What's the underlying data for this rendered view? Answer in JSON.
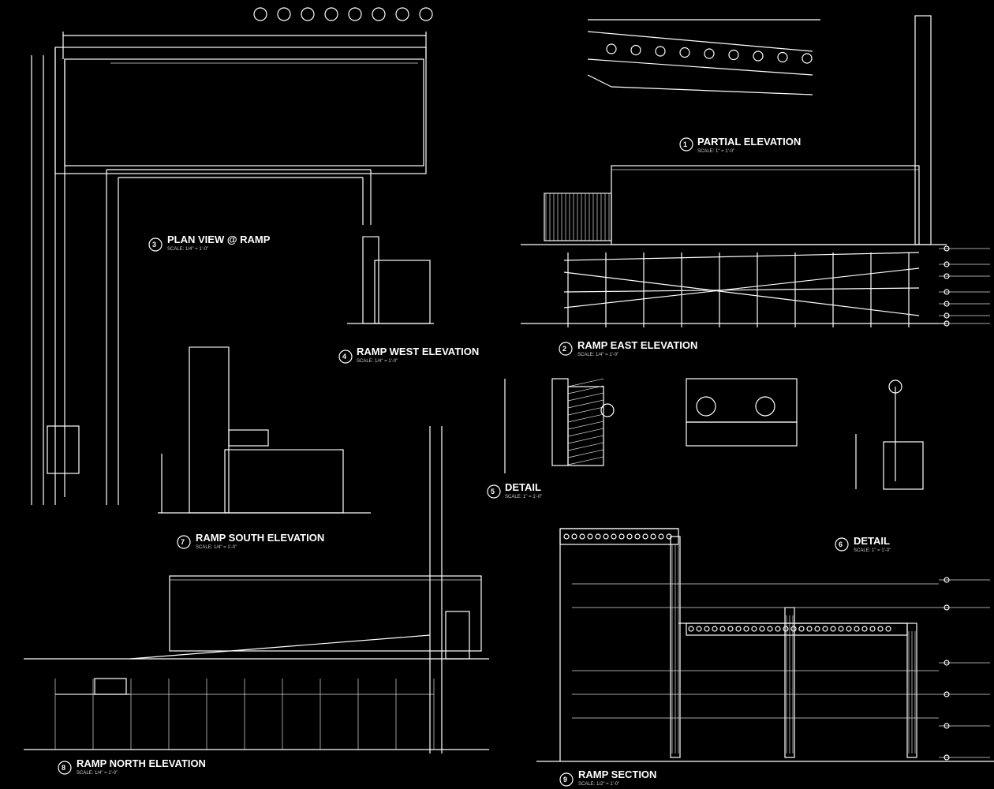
{
  "sheet": {
    "background_color": "#000000",
    "line_color": "#ffffff",
    "views": [
      {
        "number": "1",
        "title": "PARTIAL ELEVATION",
        "scale": "SCALE: 1\" = 1'-0\""
      },
      {
        "number": "2",
        "title": "RAMP EAST ELEVATION",
        "scale": "SCALE: 1/4\" = 1'-0\""
      },
      {
        "number": "3",
        "title": "PLAN VIEW @ RAMP",
        "scale": "SCALE: 1/4\" = 1'-0\""
      },
      {
        "number": "4",
        "title": "RAMP WEST ELEVATION",
        "scale": "SCALE: 1/4\" = 1'-0\""
      },
      {
        "number": "5",
        "title": "DETAIL",
        "scale": "SCALE: 1\" = 1'-0\""
      },
      {
        "number": "6",
        "title": "DETAIL",
        "scale": "SCALE: 1\" = 1'-0\""
      },
      {
        "number": "7",
        "title": "RAMP SOUTH ELEVATION",
        "scale": "SCALE: 1/4\" = 1'-0\""
      },
      {
        "number": "8",
        "title": "RAMP NORTH ELEVATION",
        "scale": "SCALE: 1/4\" = 1'-0\""
      },
      {
        "number": "9",
        "title": "RAMP SECTION",
        "scale": "SCALE: 1/2\" = 1'-0\""
      }
    ]
  }
}
